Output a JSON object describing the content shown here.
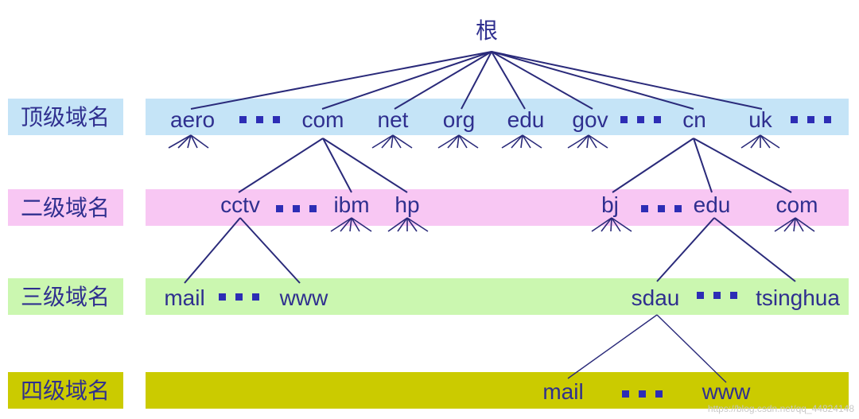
{
  "root": {
    "label": "根"
  },
  "levels": [
    {
      "label": "顶级域名",
      "color": "#c5e4f7",
      "label_color": "#c5e4f7"
    },
    {
      "label": "二级域名",
      "color": "#f8c7f3",
      "label_color": "#f8c7f3"
    },
    {
      "label": "三级域名",
      "color": "#cbf7b0",
      "label_color": "#cbf7b0"
    },
    {
      "label": "四级域名",
      "color": "#cbcb00",
      "label_color": "#cbcb00"
    }
  ],
  "nodes": {
    "tld": [
      "aero",
      "com",
      "net",
      "org",
      "edu",
      "gov",
      "cn",
      "uk"
    ],
    "second": [
      "cctv",
      "ibm",
      "hp",
      "bj",
      "edu",
      "com"
    ],
    "third": [
      "mail",
      "www",
      "sdau",
      "tsinghua"
    ],
    "fourth": [
      "mail",
      "www"
    ]
  },
  "watermark": "https://blog.csdn.net/qq_44824148",
  "colors": {
    "text": "#2f2f8f",
    "line": "#2a2a7a",
    "dot": "#2d2db5"
  }
}
